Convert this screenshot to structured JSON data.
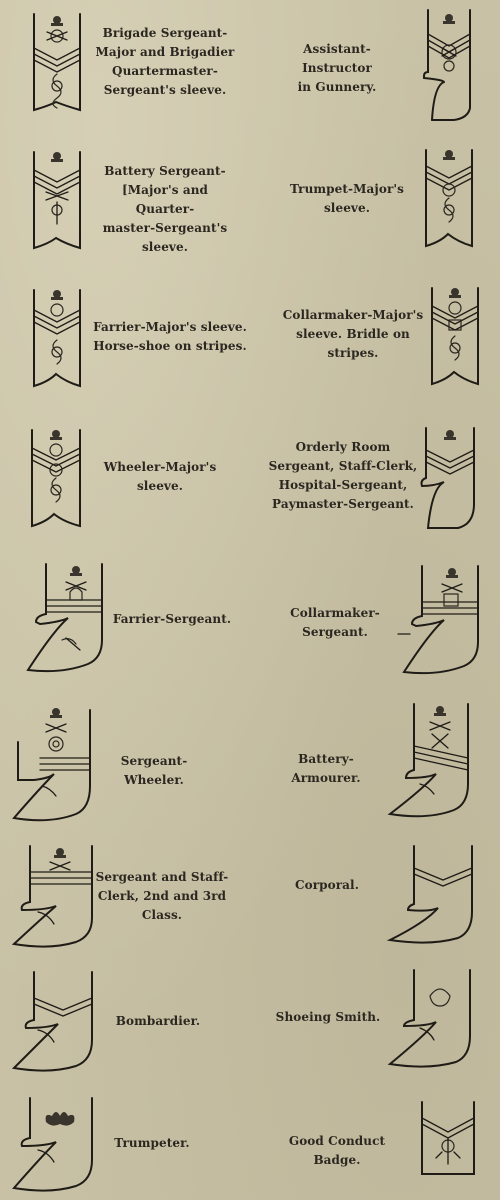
{
  "captions": {
    "brigade_sergeant_major": "Brigade Sergeant-Major and Brigadier Quartermaster-Sergeant's sleeve.",
    "assistant_instructor": "Assistant-Instructor in Gunnery.",
    "battery_sergeant_major": "Battery Sergeant-[Major's and Quarter-master-Sergeant's sleeve.",
    "trumpet_major": "Trumpet-Major's sleeve.",
    "farrier_major": "Farrier-Major's sleeve. Horse-shoe on stripes.",
    "collarmaker_major": "Collarmaker-Major's sleeve. Bridle on stripes.",
    "wheeler_major": "Wheeler-Major's sleeve.",
    "orderly_room": "Orderly Room Sergeant, Staff-Clerk, Hospital-Sergeant, Paymaster-Sergeant.",
    "farrier_sergeant": "Farrier-Sergeant.",
    "collarmaker_sergeant": "Collarmaker-Sergeant.",
    "sergeant_wheeler": "Sergeant-Wheeler.",
    "battery_armourer": "Battery-Armourer.",
    "sergeant_staff_clerk": "Sergeant and Staff-Clerk, 2nd and 3rd Class.",
    "corporal": "Corporal.",
    "bombardier": "Bombardier.",
    "shoeing_smith": "Shoeing Smith.",
    "trumpeter": "Trumpeter.",
    "good_conduct_badge": "Good Conduct Badge."
  },
  "caption_lines": {
    "brigade_sergeant_major": [
      "Brigade Sergeant-",
      "Major and Brigadier",
      "Quartermaster-",
      "Sergeant's sleeve."
    ],
    "assistant_instructor": [
      "Assistant-Instructor",
      "in Gunnery."
    ],
    "battery_sergeant_major": [
      "Battery Sergeant-",
      "[Major's and Quarter-",
      "master-Sergeant's",
      "sleeve."
    ],
    "trumpet_major": [
      "Trumpet-Major's",
      "sleeve."
    ],
    "farrier_major": [
      "Farrier-Major's sleeve.",
      "Horse-shoe on stripes."
    ],
    "collarmaker_major": [
      "Collarmaker-Major's",
      "sleeve.  Bridle on",
      "stripes."
    ],
    "wheeler_major": [
      "Wheeler-Major's",
      "sleeve."
    ],
    "orderly_room": [
      "Orderly Room",
      "Sergeant, Staff-Clerk,",
      "Hospital-Sergeant,",
      "Paymaster-Sergeant."
    ],
    "farrier_sergeant": [
      "Farrier-Sergeant."
    ],
    "collarmaker_sergeant": [
      "Collarmaker-",
      "Sergeant."
    ],
    "sergeant_wheeler": [
      "Sergeant-Wheeler."
    ],
    "battery_armourer": [
      "Battery-Armourer."
    ],
    "sergeant_staff_clerk": [
      "Sergeant and Staff-",
      "Clerk, 2nd and 3rd",
      "Class."
    ],
    "corporal": [
      "Corporal."
    ],
    "bombardier": [
      "Bombardier."
    ],
    "shoeing_smith": [
      "Shoeing Smith."
    ],
    "trumpeter": [
      "Trumpeter."
    ],
    "good_conduct_badge": [
      "Good Conduct Badge."
    ]
  }
}
